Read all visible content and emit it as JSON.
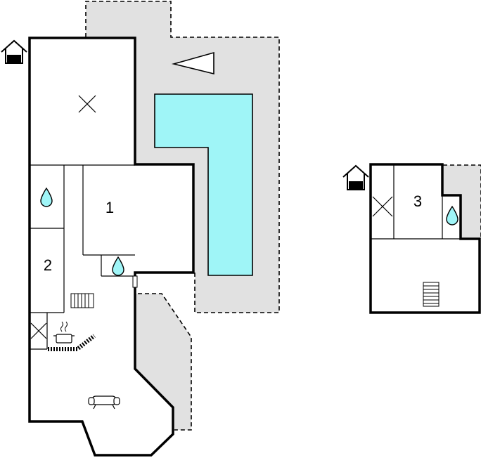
{
  "rooms": {
    "room_1": "1",
    "room_2": "2",
    "room_3": "3"
  },
  "colors": {
    "pool": "#9ff5f7",
    "terrace": "#e1e1e1",
    "wall": "#000000"
  },
  "icons": [
    "house-entrance-icon",
    "bed-cross-icon",
    "water-drop-icon",
    "radiator-icon",
    "stove-pot-icon",
    "sofa-icon",
    "staircase-icon",
    "pool",
    "terrace-arrow-icon"
  ]
}
